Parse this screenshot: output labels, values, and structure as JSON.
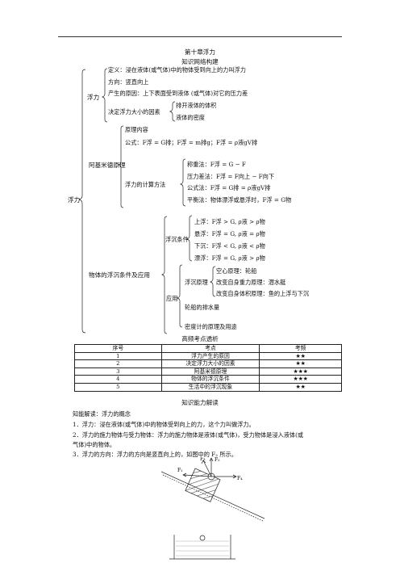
{
  "header": {
    "chapter_title": "第十章浮力",
    "section_network": "知识网络构建"
  },
  "tree": {
    "root": "浮力",
    "fuli_label": "浮力",
    "fuli_items": {
      "definition": "定义：浸在液体(或气体)中的物体受到向上的力叫浮力",
      "direction": "方向：竖直向上",
      "cause": "产生的原因：上下表面受到液体 (或气体)对它的压力差",
      "factors_label": "决定浮力大小的因素",
      "factors": [
        "排开液体的体积",
        "液体的密度"
      ]
    },
    "archimedes_label": "阿基米德原理",
    "archimedes_items": {
      "content": "原理内容",
      "formula": "公式：F浮 = G排；F浮 = m排g；F浮 = ρ液gV排",
      "calc_label": "浮力的计算方法",
      "calc_methods": [
        "称重法：F浮 = G − F",
        "压力差法：F浮 = F向上 − F向下",
        "公式法：F浮 = G排 = ρ液gV排",
        "平衡法：物体漂浮或悬浮时，F浮 = G物"
      ]
    },
    "conditions_label": "物体的浮沉条件及应用",
    "conditions_items": {
      "sink_float_label": "浮沉条件",
      "sink_float": [
        "上浮：F浮 > G, ρ液 > ρ物",
        "悬浮：F浮 = G, ρ液 = ρ物",
        "下沉：F浮 < G, ρ液 < ρ物",
        "漂浮：F浮 = G, ρ液 > ρ物"
      ],
      "application_label": "应用",
      "principle_label": "浮沉原理",
      "principles": [
        "空心原理：轮船",
        "改变自身重力原理：潜水艇",
        "改变自身体积原理：鱼的上浮与下沉"
      ],
      "displacement": "轮船的排水量",
      "hydrometer": "密度计的原理及用途"
    }
  },
  "frequency": {
    "heading": "高频考点透析",
    "columns": [
      "序号",
      "考点",
      "考频"
    ],
    "rows": [
      [
        "1",
        "浮力产生的原因",
        "★★"
      ],
      [
        "2",
        "决定浮力大小的因素",
        "★★"
      ],
      [
        "3",
        "阿基米德原理",
        "★★★"
      ],
      [
        "4",
        "物体的浮沉条件",
        "★★★"
      ],
      [
        "5",
        "生活中的浮沉现象",
        "★★"
      ]
    ]
  },
  "interpretation": {
    "heading": "知识能力解读",
    "sub": "知能解读：浮力的概念",
    "p1": "1．浮力：浸在液体(或气体)中的物体受到向上的力，这个力叫做浮力。",
    "p2a": "2．浮力的施力物体与受力物体：浮力的施力物体是液体(或气体)，受力物体是浸入液体(或",
    "p2b": "气体)中的物体。",
    "p3": "3．浮力的方向：浮力的方向是竖直向上的，如图中的 F₂ 所示。"
  },
  "figure": {
    "labels": [
      "F₃",
      "F₂",
      "F₁",
      "F₄"
    ]
  }
}
